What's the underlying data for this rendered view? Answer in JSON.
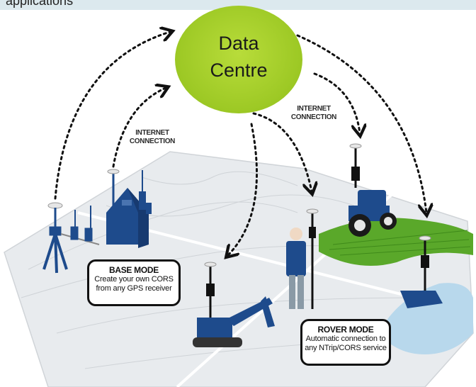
{
  "header": {
    "text": "applications"
  },
  "data_centre": {
    "line1": "Data",
    "line2": "Centre"
  },
  "labels": {
    "internet_left": [
      "INTERNET",
      "CONNECTION"
    ],
    "internet_right": [
      "INTERNET",
      "CONNECTION"
    ]
  },
  "base_mode": {
    "title": "BASE MODE",
    "line1": "Create your own CORS",
    "line2": "from any GPS receiver"
  },
  "rover_mode": {
    "title": "ROVER MODE",
    "line1": "Automatic connection to",
    "line2": "any NTrip/CORS service"
  },
  "colors": {
    "equipment": "#1e4b8c",
    "data_centre": "#a6cf2a",
    "field": "#5aa82a",
    "map": "#e9ecef",
    "water": "#b8d8ec"
  }
}
